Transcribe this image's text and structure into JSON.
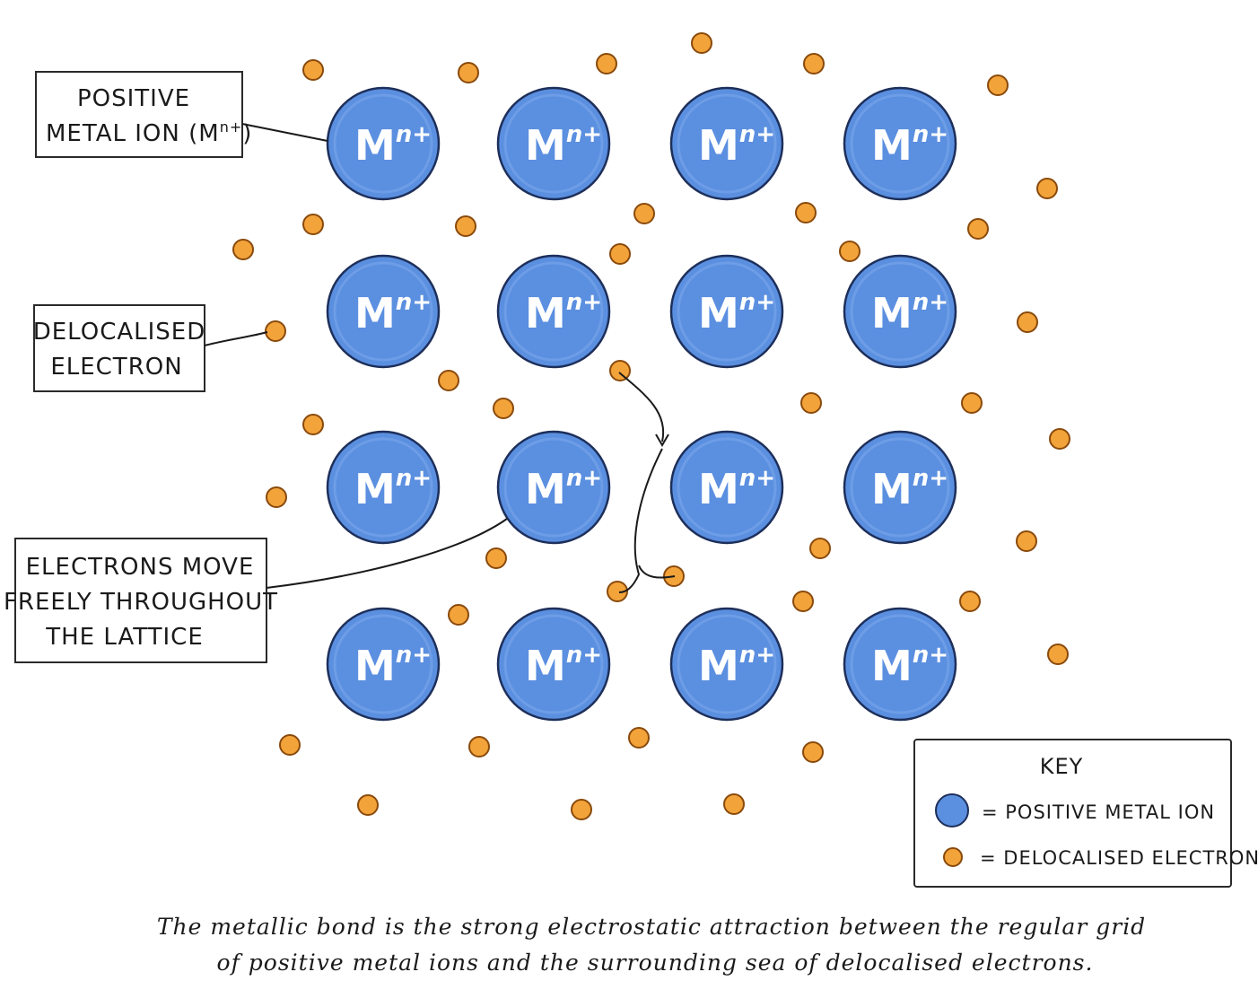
{
  "ion": {
    "symbol": "M",
    "charge": "n+",
    "fill": "#5b8fe0",
    "stroke": "#1d2f5a"
  },
  "electron": {
    "fill": "#f2a33a",
    "stroke": "#8a4a0c"
  },
  "ions": [
    {
      "row": 1,
      "col": 1
    },
    {
      "row": 1,
      "col": 2
    },
    {
      "row": 1,
      "col": 3
    },
    {
      "row": 1,
      "col": 4
    },
    {
      "row": 2,
      "col": 1
    },
    {
      "row": 2,
      "col": 2
    },
    {
      "row": 2,
      "col": 3
    },
    {
      "row": 2,
      "col": 4
    },
    {
      "row": 3,
      "col": 1
    },
    {
      "row": 3,
      "col": 2
    },
    {
      "row": 3,
      "col": 3
    },
    {
      "row": 3,
      "col": 4
    },
    {
      "row": 4,
      "col": 1
    },
    {
      "row": 4,
      "col": 2
    },
    {
      "row": 4,
      "col": 3
    },
    {
      "row": 4,
      "col": 4
    }
  ],
  "callouts": {
    "positive_ion": {
      "line1": "POSITIVE",
      "line2_prefix": "METAL  ION  (M",
      "line2_sup": "n+",
      "line2_suffix": ")"
    },
    "delocalised_electron": {
      "line1": "DELOCALISED",
      "line2": "ELECTRON"
    },
    "electrons_move": {
      "line1": "ELECTRONS  MOVE",
      "line2": "FREELY  THROUGHOUT",
      "line3": "THE  LATTICE"
    }
  },
  "key": {
    "title": "KEY",
    "ion_label": "=  POSITIVE  METAL  ION",
    "electron_label": "=  DELOCALISED  ELECTRON"
  },
  "caption": {
    "line1": "The  metallic  bond  is  the  strong  electrostatic  attraction  between  the  regular  grid",
    "line2": "of  positive  metal  ions  and  the  surrounding  sea  of  delocalised  electrons."
  }
}
